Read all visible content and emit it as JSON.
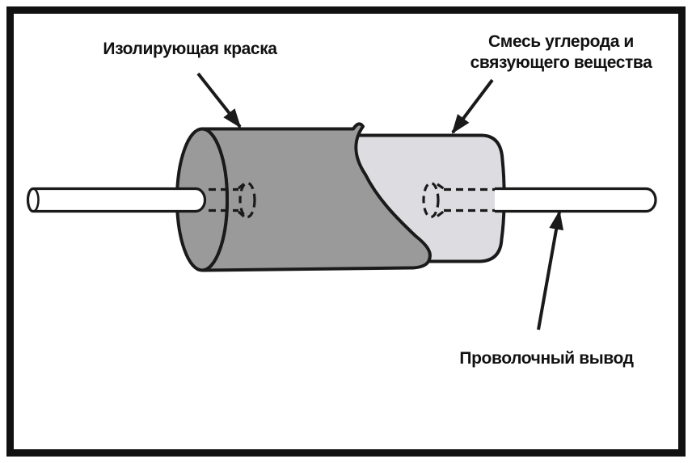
{
  "diagram": {
    "type": "resistor-construction-diagram",
    "labels": {
      "insulating_paint": "Изолирующая краска",
      "carbon_mix_line1": "Смесь углерода и",
      "carbon_mix_line2": "связующего вещества",
      "wire_lead": "Проволочный вывод"
    },
    "colors": {
      "background": "#ffffff",
      "frame": "#111111",
      "outline": "#1a1a1a",
      "paint_dark_gray": "#9a9a9a",
      "carbon_light_gray": "#dddde1",
      "wire_fill": "#ffffff",
      "label_text": "#111111"
    }
  }
}
